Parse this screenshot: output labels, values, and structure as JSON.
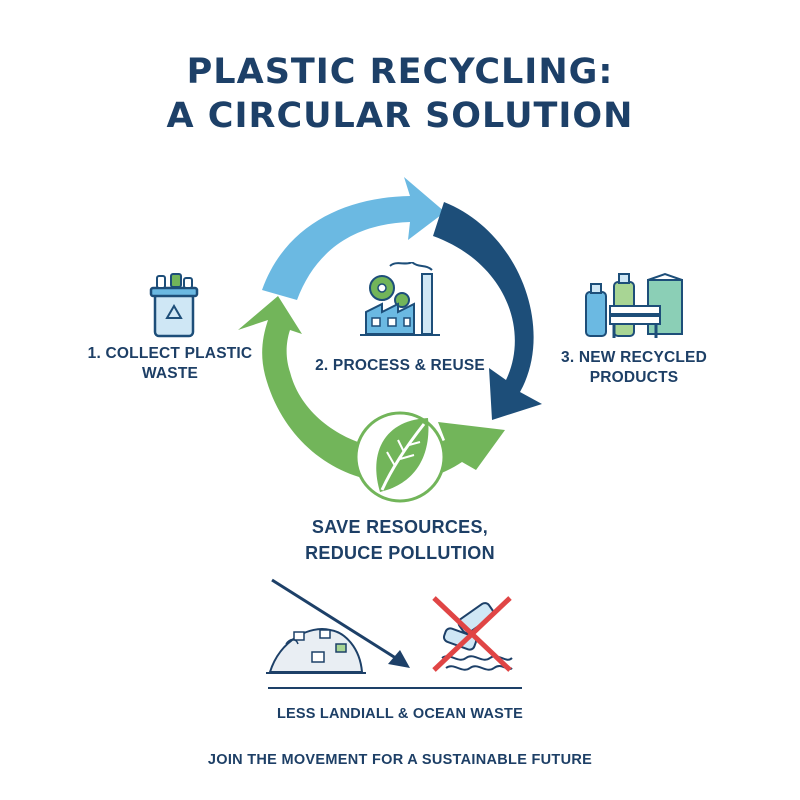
{
  "header": {
    "title_line1": "PLASTIC RECYCLING:",
    "title_line2": "A CIRCULAR SOLUTION"
  },
  "steps": [
    {
      "icon": "recycling-bin-icon",
      "label_line1": "1. COLLECT PLASTIC",
      "label_line2": "WASTE"
    },
    {
      "icon": "factory-gears-icon",
      "label_line1": "2. PROCESS & REUSE"
    },
    {
      "icon": "recycled-products-icon",
      "label_line1": "3. NEW RECYCLED",
      "label_line2": "PRODUCTS"
    }
  ],
  "cycle": {
    "center_icon": "leaf-icon",
    "benefit_line1": "SAVE RESOURCES,",
    "benefit_line2": "REDUCE POLLUTION"
  },
  "impact": {
    "left_icon": "landfill-icon",
    "right_icon": "crossed-ocean-bottles-icon",
    "label": "LESS LANDIALL & OCEAN WASTE"
  },
  "footer": {
    "text": "JOIN THE MOVEMENT FOR A SUSTAINABLE FUTURE"
  },
  "colors": {
    "navy": "#1d4068",
    "dark_blue_arrow": "#1d4e79",
    "light_blue_arrow": "#6bb9e2",
    "green_arrow": "#72b55a",
    "red_cross": "#e04545"
  }
}
